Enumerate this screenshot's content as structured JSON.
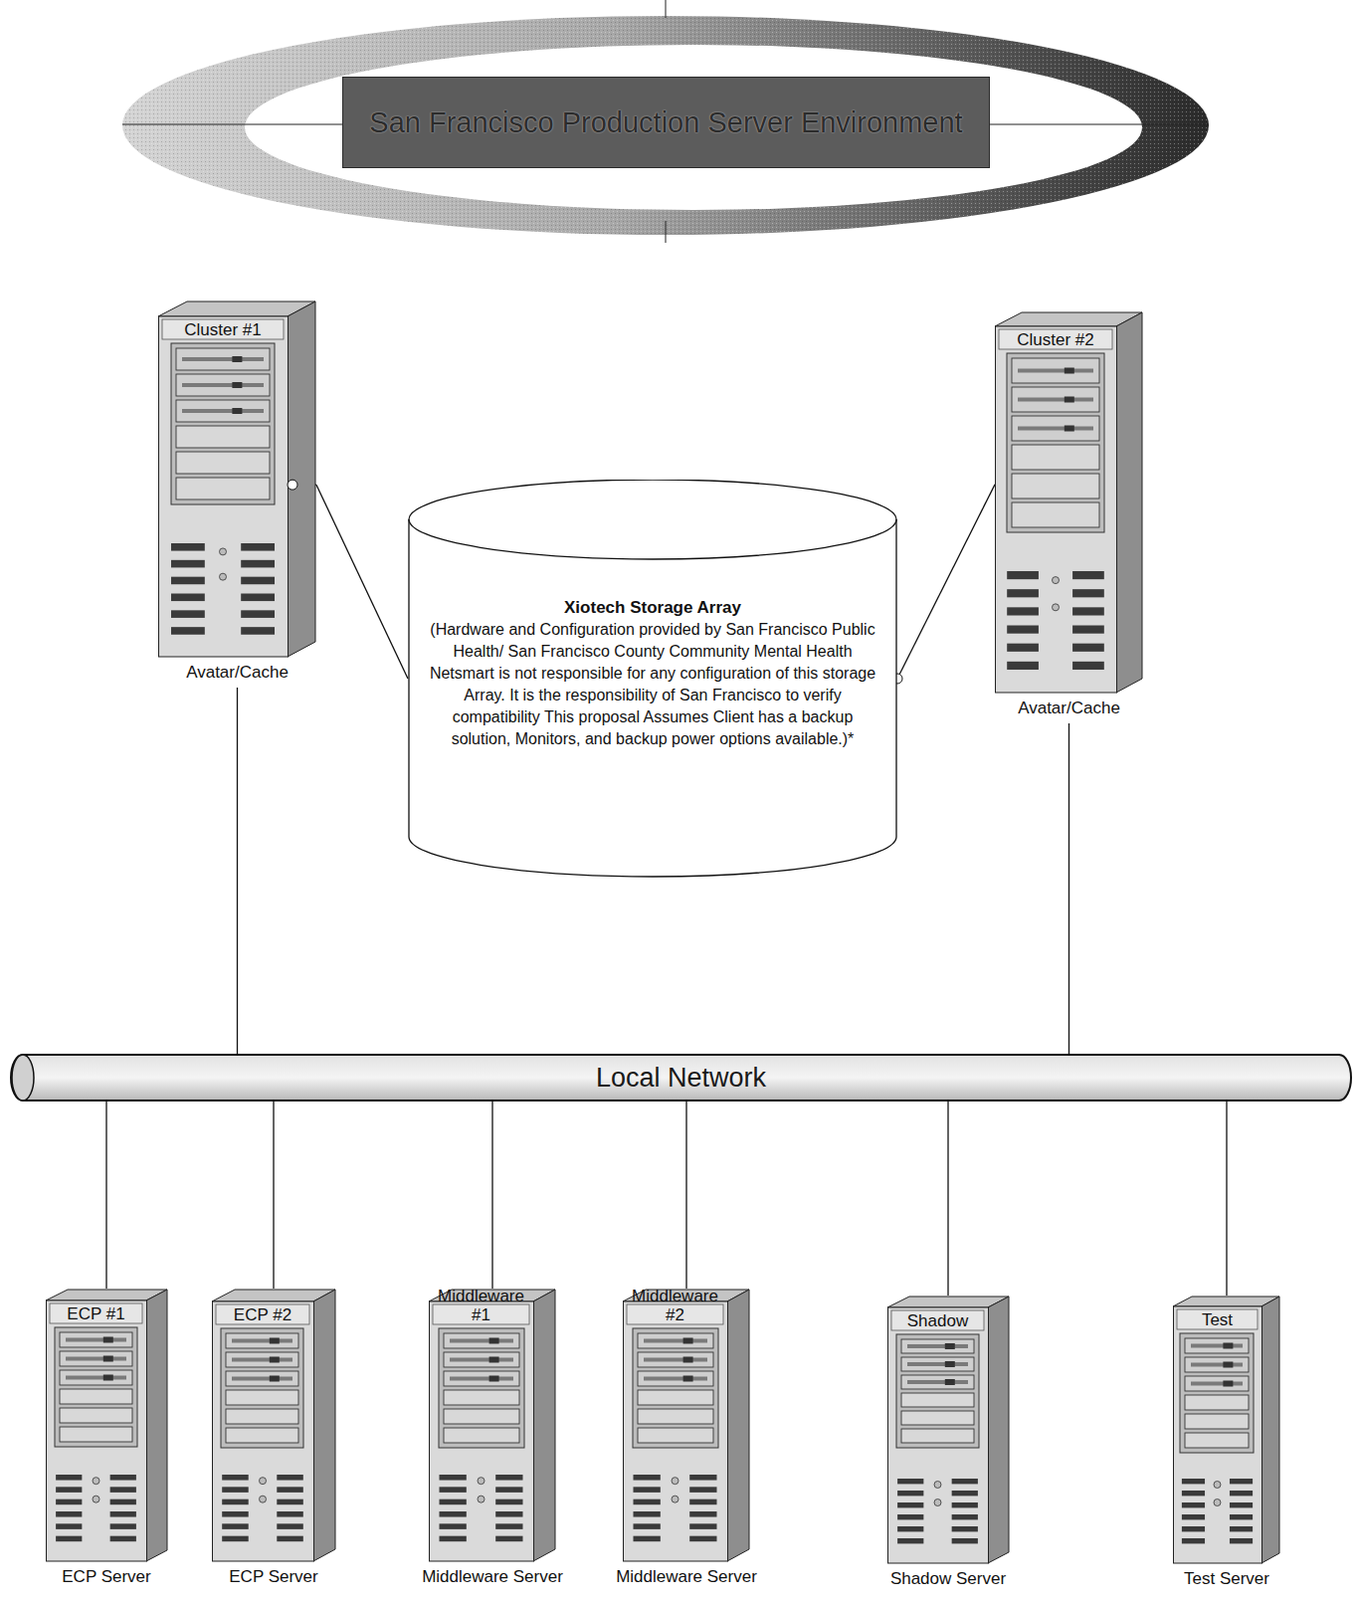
{
  "diagram": {
    "title": "San Francisco Production Server Environment",
    "nodes": [
      {
        "text": [
          "Cluster #1",
          "Avatar/Cache"
        ]
      },
      {
        "text": [
          "Cluster #2",
          "Avatar/Cache"
        ]
      },
      {
        "text": [
          "Xiotech Storage Array",
          "(Hardware and Configuration provided by San Francisco Public Health/ San Francisco County Community Mental Health Netsmart is not responsible for any configuration of this storage Array. It is the responsibility of San Francisco to verify compatibility This proposal Assumes Client has a backup solution, Monitors, and backup power options available.)*"
        ]
      },
      {
        "text": [
          "Local Network"
        ]
      },
      {
        "text": [
          "ECP #1",
          "ECP Server"
        ]
      },
      {
        "text": [
          "ECP #2",
          "ECP Server"
        ]
      },
      {
        "text": [
          "Middleware #1",
          "Middleware Server"
        ]
      },
      {
        "text": [
          "Middleware #2",
          "Middleware Server"
        ]
      },
      {
        "text": [
          "Shadow",
          "Shadow Server"
        ]
      },
      {
        "text": [
          "Test",
          "Test Server"
        ]
      }
    ],
    "edges": [
      {
        "from": 0,
        "to": 2,
        "arrow": "none"
      },
      {
        "from": 1,
        "to": 2,
        "arrow": "none"
      },
      {
        "from": 0,
        "to": 3,
        "arrow": "none"
      },
      {
        "from": 1,
        "to": 3,
        "arrow": "none"
      },
      {
        "from": 3,
        "to": 4,
        "arrow": "none"
      },
      {
        "from": 3,
        "to": 5,
        "arrow": "none"
      },
      {
        "from": 3,
        "to": 6,
        "arrow": "none"
      },
      {
        "from": 3,
        "to": 7,
        "arrow": "none"
      },
      {
        "from": 3,
        "to": 8,
        "arrow": "none"
      },
      {
        "from": 3,
        "to": 9,
        "arrow": "none"
      }
    ]
  }
}
